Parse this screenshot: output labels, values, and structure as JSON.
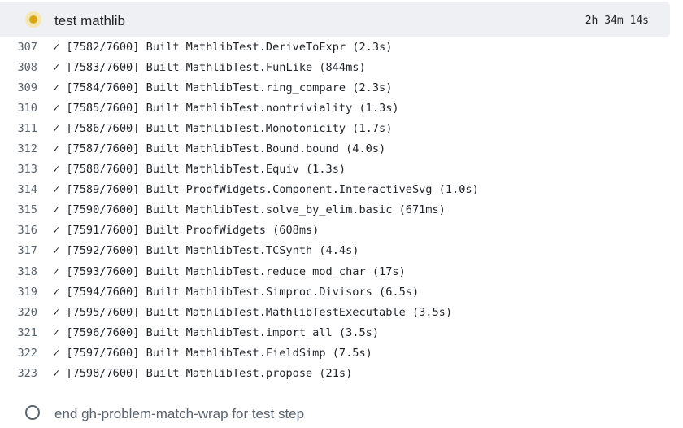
{
  "step": {
    "title": "test mathlib",
    "duration": "2h 34m 14s",
    "status_icon": "in-progress-icon"
  },
  "log_lines": [
    {
      "num": "307",
      "text": "✓ [7582/7600] Built MathlibTest.DeriveToExpr (2.3s)"
    },
    {
      "num": "308",
      "text": "✓ [7583/7600] Built MathlibTest.FunLike (844ms)"
    },
    {
      "num": "309",
      "text": "✓ [7584/7600] Built MathlibTest.ring_compare (2.3s)"
    },
    {
      "num": "310",
      "text": "✓ [7585/7600] Built MathlibTest.nontriviality (1.3s)"
    },
    {
      "num": "311",
      "text": "✓ [7586/7600] Built MathlibTest.Monotonicity (1.7s)"
    },
    {
      "num": "312",
      "text": "✓ [7587/7600] Built MathlibTest.Bound.bound (4.0s)"
    },
    {
      "num": "313",
      "text": "✓ [7588/7600] Built MathlibTest.Equiv (1.3s)"
    },
    {
      "num": "314",
      "text": "✓ [7589/7600] Built ProofWidgets.Component.InteractiveSvg (1.0s)"
    },
    {
      "num": "315",
      "text": "✓ [7590/7600] Built MathlibTest.solve_by_elim.basic (671ms)"
    },
    {
      "num": "316",
      "text": "✓ [7591/7600] Built ProofWidgets (608ms)"
    },
    {
      "num": "317",
      "text": "✓ [7592/7600] Built MathlibTest.TCSynth (4.4s)"
    },
    {
      "num": "318",
      "text": "✓ [7593/7600] Built MathlibTest.reduce_mod_char (17s)"
    },
    {
      "num": "319",
      "text": "✓ [7594/7600] Built MathlibTest.Simproc.Divisors (6.5s)"
    },
    {
      "num": "320",
      "text": "✓ [7595/7600] Built MathlibTest.MathlibTestExecutable (3.5s)"
    },
    {
      "num": "321",
      "text": "✓ [7596/7600] Built MathlibTest.import_all (3.5s)"
    },
    {
      "num": "322",
      "text": "✓ [7597/7600] Built MathlibTest.FieldSimp (7.5s)"
    },
    {
      "num": "323",
      "text": "✓ [7598/7600] Built MathlibTest.propose (21s)"
    }
  ],
  "next_step": {
    "title": "end gh-problem-match-wrap for test step",
    "status_icon": "pending-circle-icon"
  }
}
